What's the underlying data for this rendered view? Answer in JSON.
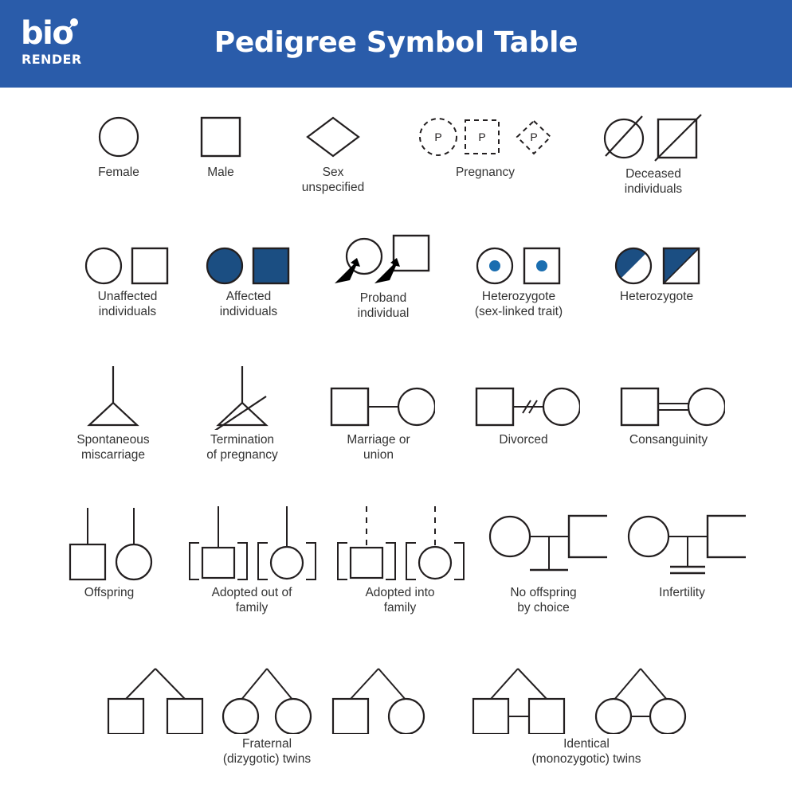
{
  "header": {
    "background_color": "#2a5caa",
    "title": "Pedigree Symbol Table",
    "logo_wordmark": "bio",
    "logo_sub": "RENDER",
    "logo_icon": "biorender-tadpole-logo"
  },
  "palette": {
    "affected_fill": "#1b4e82",
    "stroke": "#231f20",
    "caption_text": "#333333",
    "page_background": "#ffffff"
  },
  "legend": {
    "rows": [
      {
        "row_index": 1,
        "items": [
          {
            "id": "female",
            "caption": "Female",
            "symbols": [
              "circle"
            ]
          },
          {
            "id": "male",
            "caption": "Male",
            "symbols": [
              "square"
            ]
          },
          {
            "id": "sex-unspecified",
            "caption": "Sex\nunspecified",
            "symbols": [
              "diamond"
            ]
          },
          {
            "id": "pregnancy",
            "caption": "Pregnancy",
            "symbols": [
              "dashed-circle-P",
              "dashed-square-P",
              "dashed-diamond-P"
            ],
            "marker_letter": "P"
          },
          {
            "id": "deceased-individuals",
            "caption": "Deceased\nindividuals",
            "symbols": [
              "circle-slashed",
              "square-slashed"
            ]
          }
        ]
      },
      {
        "row_index": 2,
        "items": [
          {
            "id": "unaffected-individuals",
            "caption": "Unaffected\nindividuals",
            "symbols": [
              "circle",
              "square"
            ]
          },
          {
            "id": "affected-individuals",
            "caption": "Affected\nindividuals",
            "symbols": [
              "filled-circle",
              "filled-square"
            ]
          },
          {
            "id": "proband-individual",
            "caption": "Proband\nindividual",
            "symbols": [
              "circle-with-arrow",
              "square-with-arrow"
            ]
          },
          {
            "id": "heterozygote-sex-linked",
            "caption": "Heterozygote\n(sex-linked trait)",
            "symbols": [
              "circle-with-dot",
              "square-with-dot"
            ]
          },
          {
            "id": "heterozygote",
            "caption": "Heterozygote",
            "symbols": [
              "half-filled-circle",
              "half-filled-square"
            ]
          }
        ]
      },
      {
        "row_index": 3,
        "items": [
          {
            "id": "spontaneous-miscarriage",
            "caption": "Spontaneous\nmiscarriage",
            "symbols": [
              "triangle-with-line"
            ]
          },
          {
            "id": "termination-of-pregnancy",
            "caption": "Termination\nof pregnancy",
            "symbols": [
              "triangle-with-line-slashed"
            ]
          },
          {
            "id": "marriage-or-union",
            "caption": "Marriage or\nunion",
            "symbols": [
              "square-line-circle"
            ]
          },
          {
            "id": "divorced",
            "caption": "Divorced",
            "symbols": [
              "square-double-slash-circle"
            ]
          },
          {
            "id": "consanguinity",
            "caption": "Consanguinity",
            "symbols": [
              "square-doubleline-circle"
            ]
          }
        ]
      },
      {
        "row_index": 4,
        "items": [
          {
            "id": "offspring",
            "caption": "Offspring",
            "symbols": [
              "square-drop-line",
              "circle-drop-line"
            ]
          },
          {
            "id": "adopted-out-of-family",
            "caption": "Adopted out of\nfamily",
            "symbols": [
              "bracketed-square-solid-line",
              "bracketed-circle-solid-line"
            ]
          },
          {
            "id": "adopted-into-family",
            "caption": "Adopted into\nfamily",
            "symbols": [
              "bracketed-square-dashed-line",
              "bracketed-circle-dashed-line"
            ]
          },
          {
            "id": "no-offspring-by-choice",
            "caption": "No offspring\nby choice",
            "symbols": [
              "couple-single-bar"
            ]
          },
          {
            "id": "infertility",
            "caption": "Infertility",
            "symbols": [
              "couple-double-bar"
            ]
          }
        ]
      },
      {
        "row_index": 5,
        "items": [
          {
            "id": "fraternal-twins",
            "caption": "Fraternal\n(dizygotic) twins",
            "symbols": [
              "twin-fork-square-square",
              "twin-fork-circle-circle",
              "twin-fork-square-circle"
            ]
          },
          {
            "id": "identical-twins",
            "caption": "Identical\n(monozygotic) twins",
            "symbols": [
              "twin-fork-square-square-bar",
              "twin-fork-circle-circle-bar"
            ]
          }
        ]
      }
    ]
  }
}
